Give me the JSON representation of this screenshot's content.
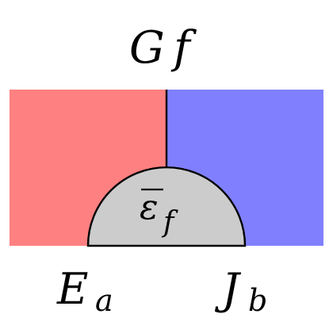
{
  "diagram": {
    "colors": {
      "left_region": "#ff8080",
      "right_region": "#8080ff",
      "semicircle": "#cccccc",
      "stroke": "#000000",
      "background": "#ffffff"
    },
    "labels": {
      "top_main": "G",
      "top_sub": "f",
      "center_main": "ε",
      "center_sub": "f",
      "bottom_left_main": "E",
      "bottom_left_sub": "a",
      "bottom_right_main": "J",
      "bottom_right_sub": "b"
    }
  }
}
